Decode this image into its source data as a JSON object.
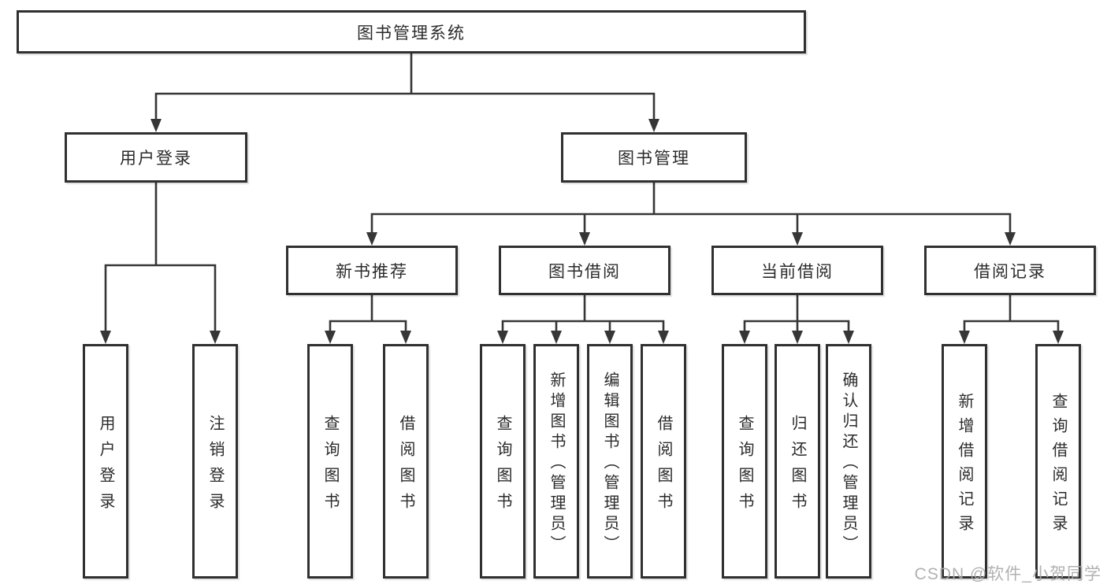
{
  "diagram": {
    "title": "图书管理系统",
    "groups": [
      {
        "label": "用户登录",
        "leaves": [
          "用户登录",
          "注销登录"
        ]
      },
      {
        "label": "图书管理",
        "sections": [
          {
            "label": "新书推荐",
            "leaves": [
              "查询图书",
              "借阅图书"
            ]
          },
          {
            "label": "图书借阅",
            "leaves": [
              "查询图书",
              "新增图书（管理员）",
              "编辑图书（管理员）",
              "借阅图书"
            ]
          },
          {
            "label": "当前借阅",
            "leaves": [
              "查询图书",
              "归还图书",
              "确认归还（管理员）"
            ]
          },
          {
            "label": "借阅记录",
            "leaves": [
              "新增借阅记录",
              "查询借阅记录"
            ]
          }
        ]
      }
    ]
  },
  "watermark": "CSDN @软件_小贺同学",
  "colors": {
    "line": "#363636",
    "border": "#303030",
    "text": "#2b2b2b",
    "background": "#ffffff",
    "watermark": "#ababab"
  }
}
